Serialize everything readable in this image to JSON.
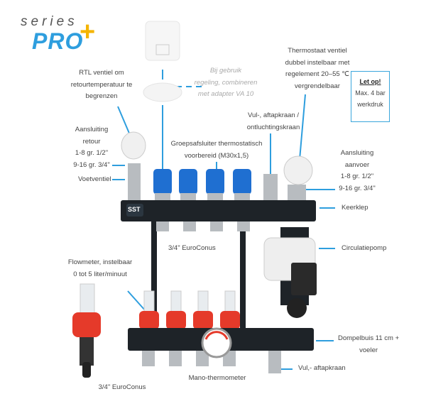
{
  "logo": {
    "series": "series",
    "brand": "PRO",
    "plus": "+"
  },
  "manifold_badge": "SST",
  "labels": {
    "rtl": [
      "RTL ventiel om",
      "retourtemperatuur te",
      "begrenzen"
    ],
    "retour": [
      "Aansluiting",
      "retour",
      "1-8 gr. 1/2\"",
      "9-16 gr. 3/4\""
    ],
    "voetventiel": "Voetventiel",
    "adapter_note": [
      "Bij gebruik",
      "regeling, combineren",
      "met adapter VA 10"
    ],
    "thermostaat": [
      "Thermostaat ventiel",
      "dubbel instelbaar met",
      "regelement 20–55 ℃",
      "vergrendelbaar"
    ],
    "vul_ontlucht": [
      "Vul-, aftapkraan /",
      "ontluchtingskraan"
    ],
    "groepsafsluiter": [
      "Groepsafsluiter thermostatisch",
      "voorbereid (M30x1,5)"
    ],
    "aanvoer": [
      "Aansluiting",
      "aanvoer",
      "1-8 gr. 1/2\"",
      "9-16 gr. 3/4\""
    ],
    "keerklep": "Keerklep",
    "euroconus_top": "3/4\" EuroConus",
    "circulatiepomp": "Circulatiepomp",
    "flowmeter": [
      "Flowmeter, instelbaar",
      "0 tot 5 liter/minuut"
    ],
    "dompelbuis": [
      "Dompelbuis 11 cm +",
      "voeler"
    ],
    "vul_aftap": "Vul,- aftapkraan",
    "euroconus_bottom": "3/4\" EuroConus",
    "mano": "Mano-thermometer"
  },
  "notice": {
    "title": "Let op!",
    "lines": [
      "Max. 4 bar",
      "werkdruk"
    ]
  },
  "colors": {
    "accent": "#2e9ede",
    "plus": "#f4b400",
    "manifold": "#1e2328",
    "cap": "#1f6fd1",
    "flow_red": "#e53a2a"
  }
}
